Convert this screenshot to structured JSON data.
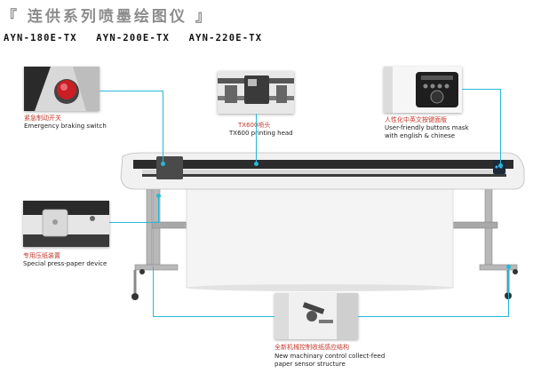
{
  "header": {
    "title": "『 连供系列喷墨绘图仪 』",
    "models": [
      "AYN-180E-TX",
      "AYN-200E-TX",
      "AYN-220E-TX"
    ]
  },
  "features": {
    "emergency": {
      "cn": "紧急制动开关",
      "en": "Emergency braking switch",
      "icon": "emergency-stop-button"
    },
    "head": {
      "cn": "TX600喷头",
      "en": "TX600 printing head",
      "icon": "print-head"
    },
    "buttons": {
      "cn": "人性化中英文按键面版",
      "en_lines": [
        "User-friendly buttons mask",
        "with english & chinese"
      ],
      "icon": "control-panel"
    },
    "press": {
      "cn": "专用压纸装置",
      "en": "Special press-paper device",
      "icon": "press-roller"
    },
    "sensor": {
      "cn": "全新机械控制收纸感应结构",
      "en_lines": [
        "New machinary control collect-feed",
        "paper sensor structure"
      ],
      "icon": "sensor-arm"
    }
  },
  "colors": {
    "accent": "#29b8d6",
    "label_red": "#c0392b",
    "title_gray": "#8c8c8c"
  }
}
